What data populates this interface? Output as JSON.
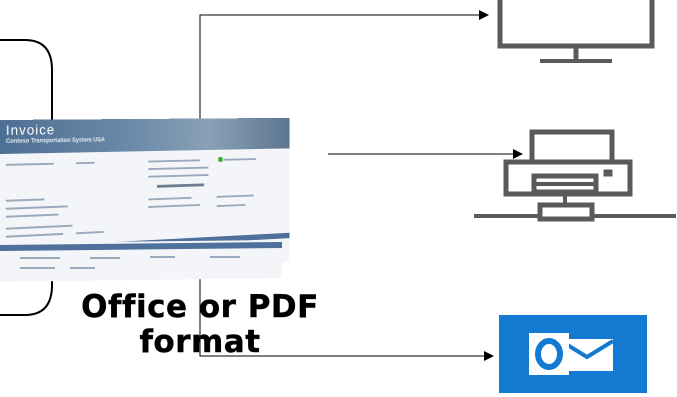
{
  "diagram": {
    "caption_line1": "Office or PDF",
    "caption_line2": "format",
    "document": {
      "title": "Invoice",
      "subtitle": "Contoso Transportation System USA"
    },
    "targets": [
      {
        "name": "monitor-icon"
      },
      {
        "name": "printer-icon"
      },
      {
        "name": "outlook-icon",
        "letter": "O",
        "color": "#1479d1"
      }
    ]
  }
}
